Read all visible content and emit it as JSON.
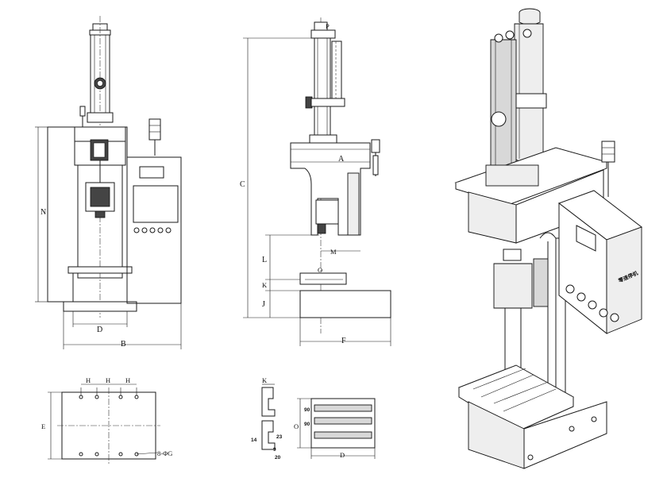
{
  "front_view": {
    "dim_n": "N",
    "dim_d": "D",
    "dim_b": "B"
  },
  "side_view": {
    "dim_p": "P",
    "dim_c": "C",
    "dim_a": "A",
    "dim_l": "L",
    "dim_m": "M",
    "dim_o": "O",
    "dim_k": "K",
    "dim_j": "J",
    "dim_f": "F"
  },
  "base_plan": {
    "dim_h1": "H",
    "dim_h2": "H",
    "dim_h3": "H",
    "dim_e": "E",
    "holes": "8-ΦG"
  },
  "tslot_section": {
    "dim_k": "K",
    "dim_14": "14",
    "dim_23": "23",
    "dim_9": "9",
    "dim_20": "20"
  },
  "table_plan": {
    "dim_90a": "90",
    "dim_90b": "90",
    "dim_o": "O",
    "dim_d": "D"
  },
  "iso_view": {
    "panel_label": "零速停机"
  }
}
